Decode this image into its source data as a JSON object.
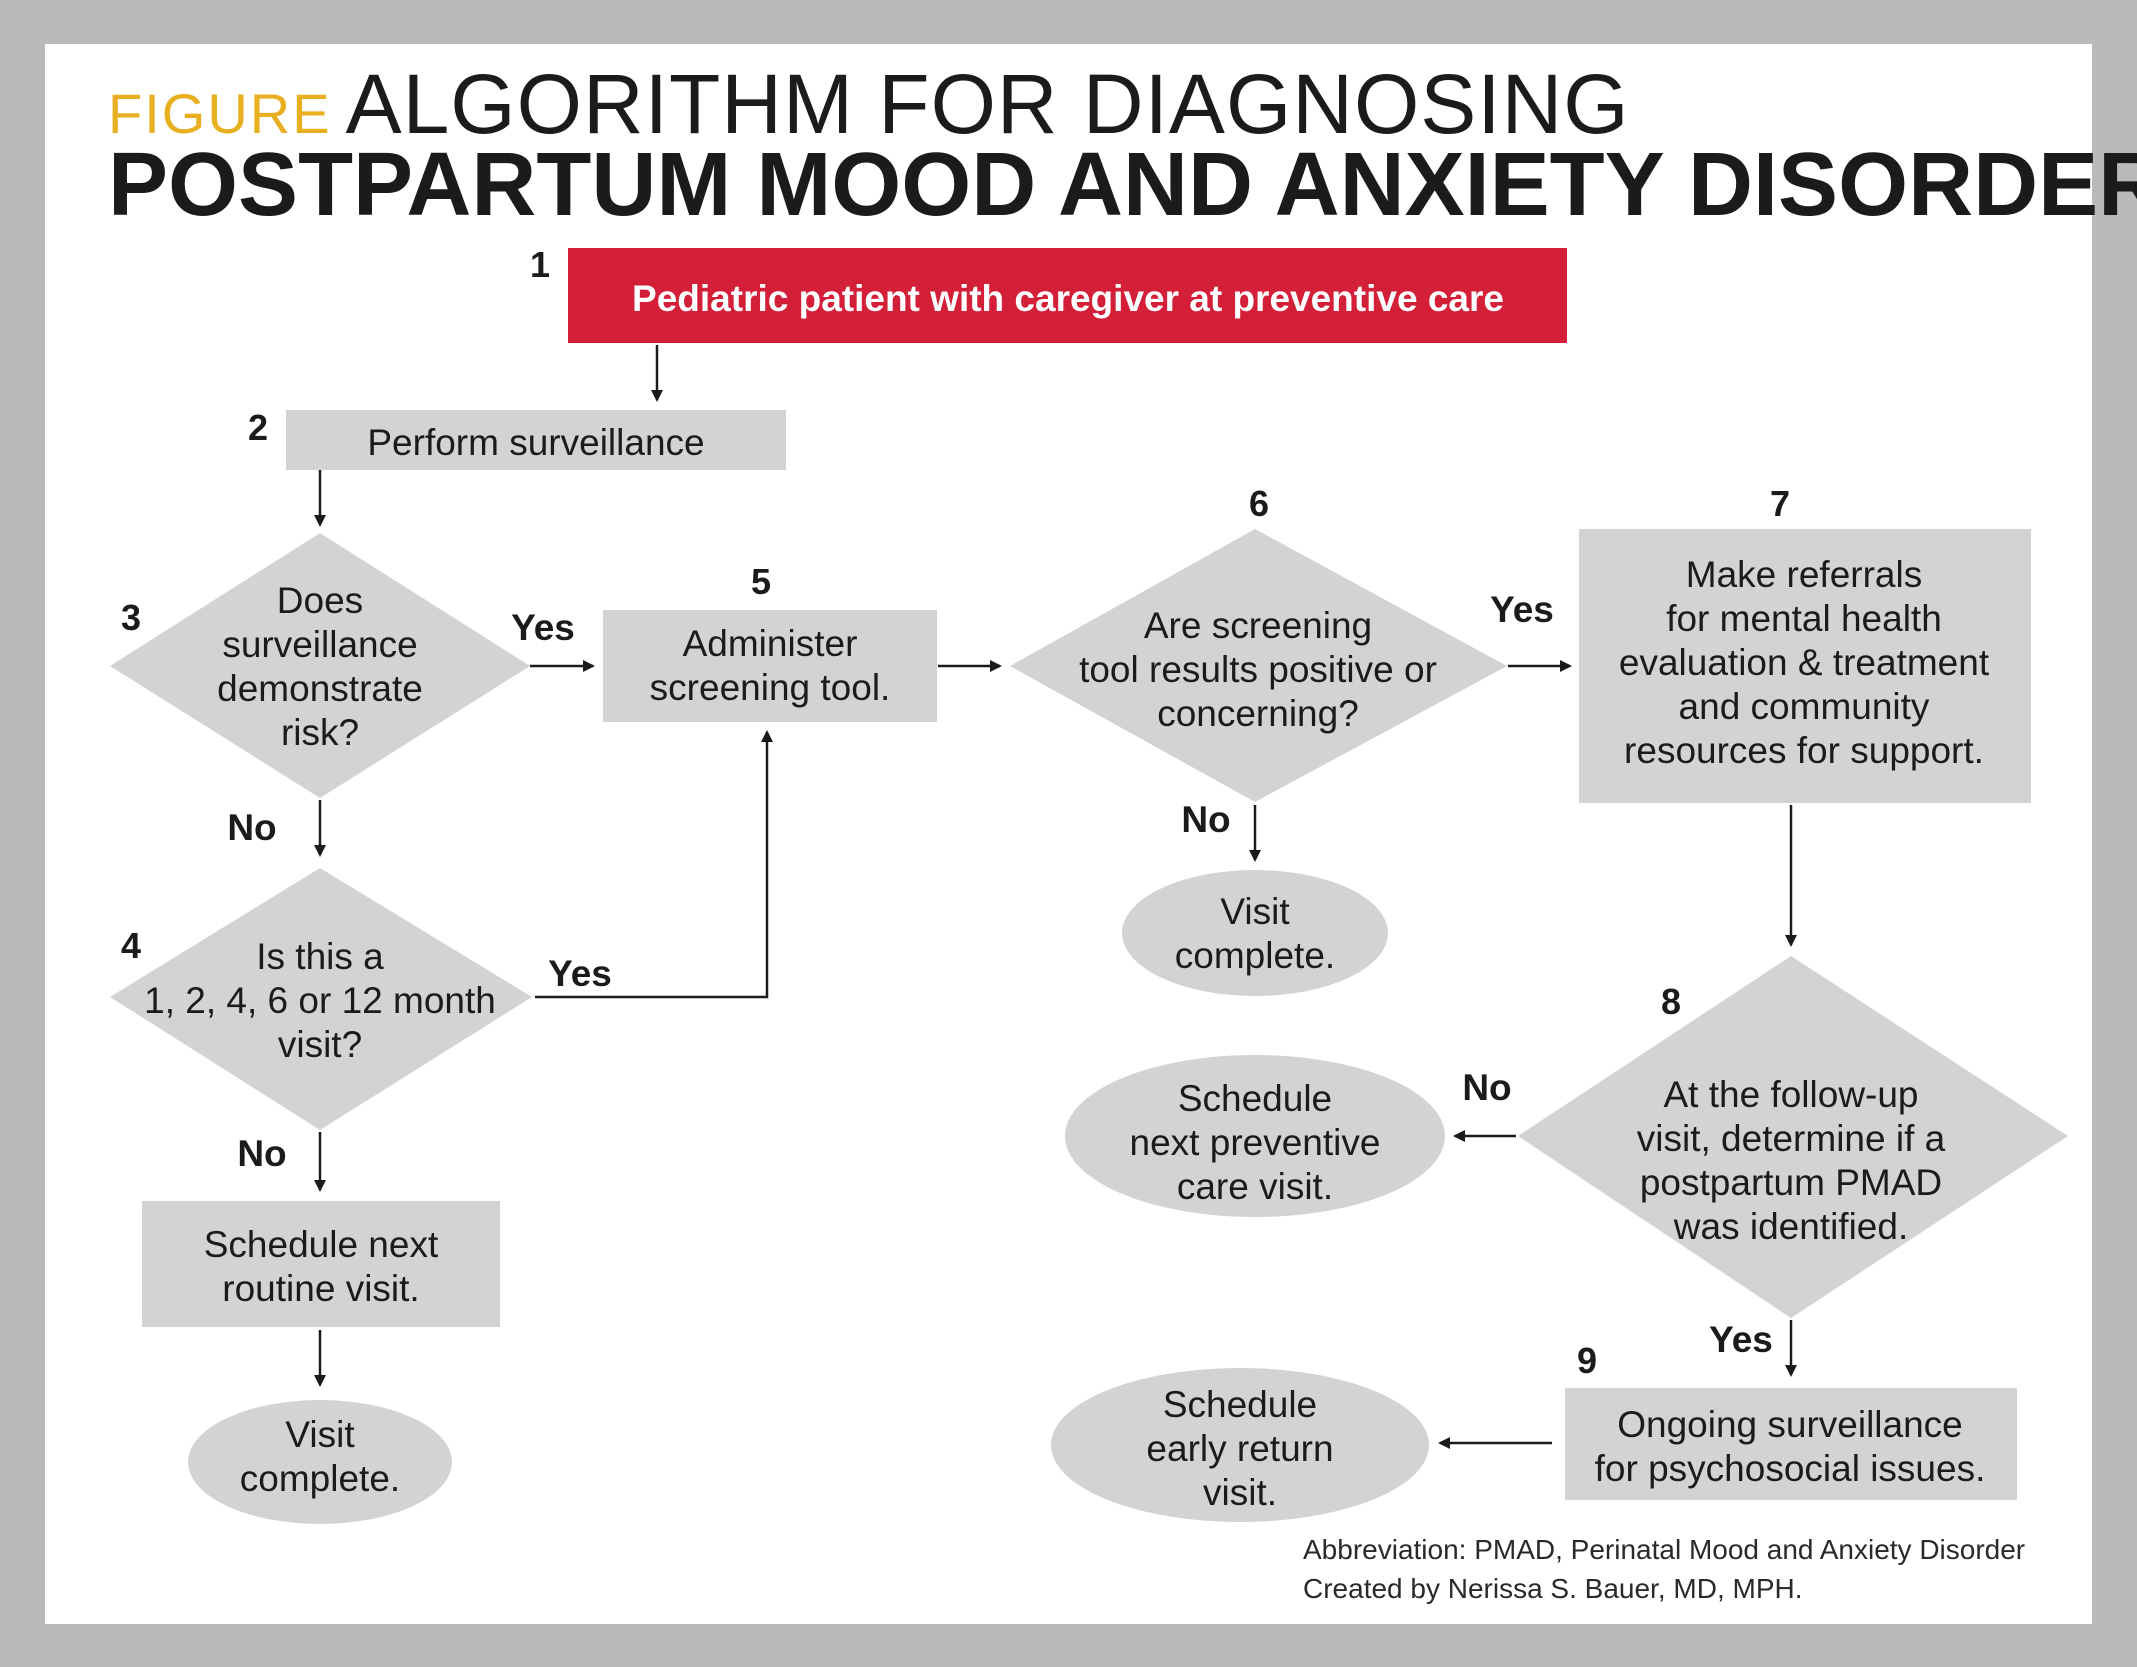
{
  "title": {
    "prefix": "FIGURE",
    "line1": "ALGORITHM FOR DIAGNOSING",
    "line2": "POSTPARTUM MOOD AND ANXIETY DISORDERS"
  },
  "colors": {
    "start_fill": "#d31f38",
    "node_fill": "#d2d3d5",
    "accent": "#e8b021",
    "background": "#ffffff",
    "frame": "#b9babc"
  },
  "nodes": {
    "n1": {
      "number": "1",
      "lines": [
        "Pediatric patient with caregiver at preventive care"
      ]
    },
    "n2": {
      "number": "2",
      "lines": [
        "Perform surveillance"
      ]
    },
    "n3": {
      "number": "3",
      "lines": [
        "Does",
        "surveillance",
        "demonstrate",
        "risk?"
      ]
    },
    "n4": {
      "number": "4",
      "lines": [
        "Is this a",
        "1, 2, 4, 6 or 12 month",
        "visit?"
      ]
    },
    "n5": {
      "number": "5",
      "lines": [
        "Administer",
        "screening tool."
      ]
    },
    "n6": {
      "number": "6",
      "lines": [
        "Are screening",
        "tool results positive or",
        "concerning?"
      ]
    },
    "n7": {
      "number": "7",
      "lines": [
        "Make referrals",
        "for mental health",
        "evaluation & treatment",
        "and community",
        "resources for support."
      ]
    },
    "n8": {
      "number": "8",
      "lines": [
        "At the follow-up",
        "visit, determine if a",
        "postpartum PMAD",
        "was identified."
      ]
    },
    "n9": {
      "number": "9",
      "lines": [
        "Ongoing surveillance",
        "for psychosocial issues."
      ]
    },
    "routine": {
      "lines": [
        "Schedule next",
        "routine visit."
      ]
    },
    "visit_complete_left": {
      "lines": [
        "Visit",
        "complete."
      ]
    },
    "visit_complete_mid": {
      "lines": [
        "Visit",
        "complete."
      ]
    },
    "schedule_preventive": {
      "lines": [
        "Schedule",
        "next preventive",
        "care visit."
      ]
    },
    "schedule_early": {
      "lines": [
        "Schedule",
        "early return",
        "visit."
      ]
    }
  },
  "edge_labels": {
    "n3_yes": "Yes",
    "n3_no": "No",
    "n4_yes": "Yes",
    "n4_no": "No",
    "n6_yes": "Yes",
    "n6_no": "No",
    "n8_no": "No",
    "n8_yes": "Yes"
  },
  "footnotes": {
    "abbreviation": "Abbreviation: PMAD, Perinatal Mood and Anxiety Disorder",
    "credit": "Created by Nerissa S. Bauer, MD, MPH."
  }
}
